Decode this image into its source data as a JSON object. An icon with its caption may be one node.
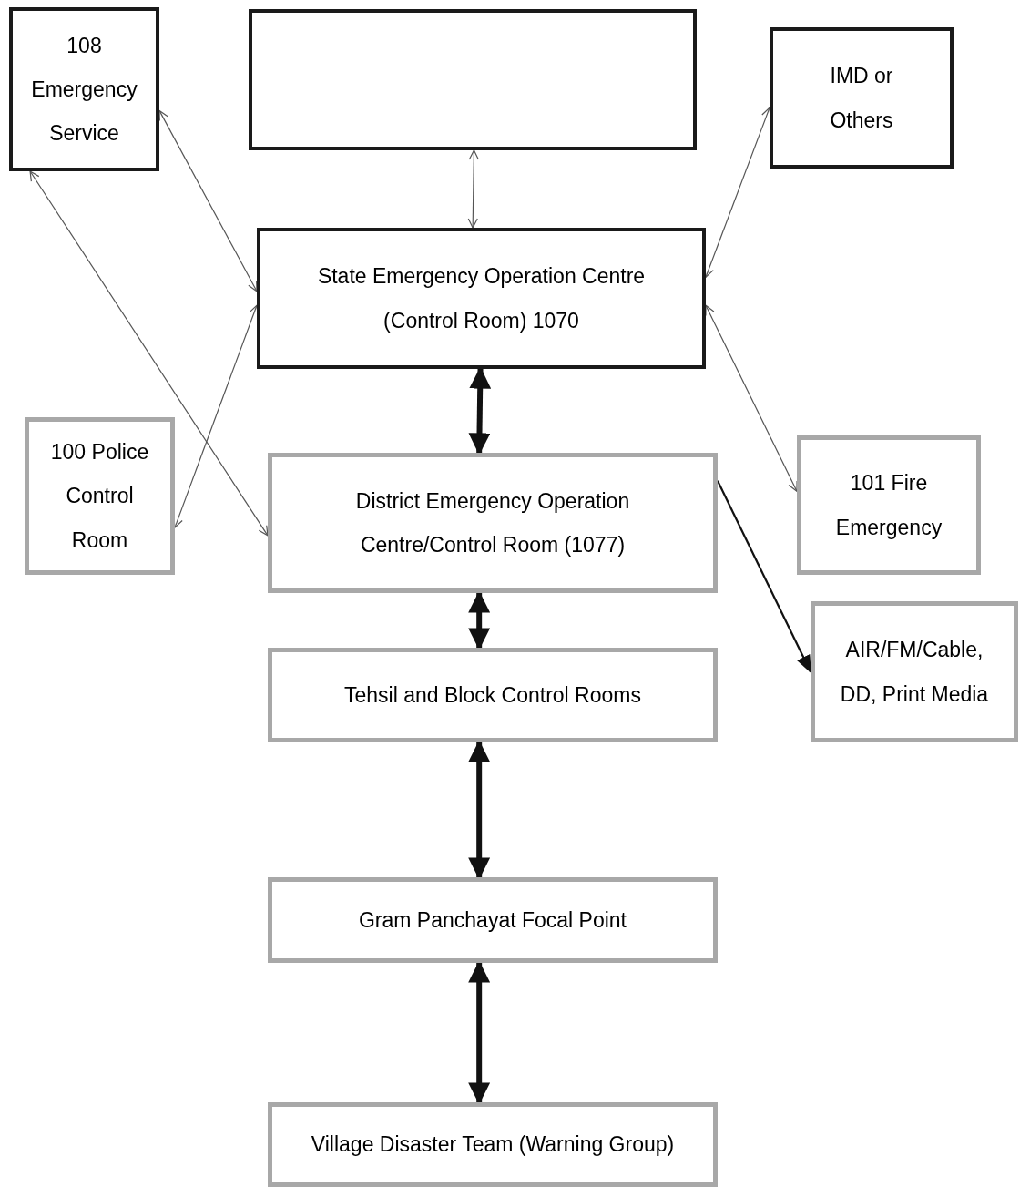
{
  "diagram": {
    "nodes": [
      {
        "text": [
          "108 Emergency Service"
        ]
      },
      {
        "text": [],
        "shape": "box"
      },
      {
        "text": [
          "IMD or Others"
        ]
      },
      {
        "text": [
          "State Emergency Operation Centre (Control Room) 1070"
        ]
      },
      {
        "text": [
          "100 Police Control Room"
        ]
      },
      {
        "text": [
          "District Emergency Operation Centre/Control Room (1077)"
        ]
      },
      {
        "text": [
          "101 Fire Emergency"
        ]
      },
      {
        "text": [
          "Tehsil and Block Control Rooms"
        ]
      },
      {
        "text": [
          "AIR/FM/Cable, DD, Print Media"
        ]
      },
      {
        "text": [
          "Gram Panchayat Focal Point"
        ]
      },
      {
        "text": [
          "Village Disaster Team (Warning Group)"
        ]
      }
    ],
    "edges": [
      {
        "from": 0,
        "to": 3,
        "arrow": "both"
      },
      {
        "from": 1,
        "to": 3,
        "arrow": "both"
      },
      {
        "from": 2,
        "to": 3,
        "arrow": "both"
      },
      {
        "from": 4,
        "to": 3,
        "arrow": "both"
      },
      {
        "from": 0,
        "to": 5,
        "arrow": "both"
      },
      {
        "from": 6,
        "to": 3,
        "arrow": "both"
      },
      {
        "from": 3,
        "to": 5,
        "arrow": "both",
        "style": "thick"
      },
      {
        "from": 5,
        "to": 8,
        "arrow": "to"
      },
      {
        "from": 5,
        "to": 7,
        "arrow": "both",
        "style": "thick"
      },
      {
        "from": 7,
        "to": 9,
        "arrow": "both",
        "style": "thick"
      },
      {
        "from": 9,
        "to": 10,
        "arrow": "both",
        "style": "thick"
      }
    ]
  }
}
